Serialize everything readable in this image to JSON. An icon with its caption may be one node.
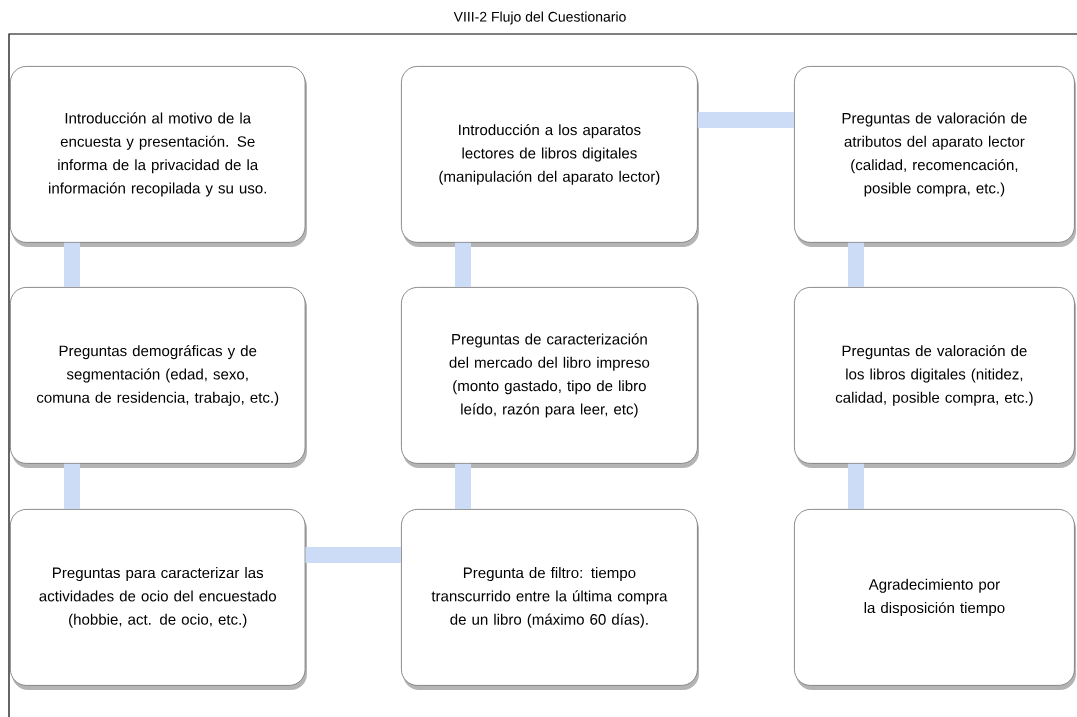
{
  "diagram": {
    "title": "VIII-2 Flujo del Cuestionario",
    "nodes": [
      {
        "text": [
          "Introducción al motivo de la encuesta y presentación. Se informa de la privacidad de la información recopilada y su uso."
        ]
      },
      {
        "text": [
          "Preguntas demográficas y de segmentación (edad, sexo, comuna de residencia, trabajo, etc.)"
        ]
      },
      {
        "text": [
          "Preguntas para caracterizar las actividades de ocio del encuestado (hobbie, act. de ocio, etc.)"
        ]
      },
      {
        "text": [
          "Pregunta de filtro: tiempo transcurrido entre la última compra de un libro (máximo 60 días)."
        ]
      },
      {
        "text": [
          "Preguntas de caracterización del mercado del libro impreso (monto gastado, tipo de libro leído, razón para leer, etc)"
        ]
      },
      {
        "text": [
          "Introducción a los aparatos lectores de libros digitales (manipulación del aparato lector)"
        ]
      },
      {
        "text": [
          "Preguntas de valoración de atributos del aparato lector (calidad, recomencación, posible compra, etc.)"
        ]
      },
      {
        "text": [
          "Preguntas de valoración de los libros digitales (nitidez, calidad, posible compra, etc.)"
        ]
      },
      {
        "text": [
          "Agradecimiento por la disposición tiempo"
        ]
      }
    ],
    "edges": [
      {
        "from": 0,
        "to": 1,
        "arrow": "none"
      },
      {
        "from": 1,
        "to": 2,
        "arrow": "none"
      },
      {
        "from": 2,
        "to": 3,
        "arrow": "none"
      },
      {
        "from": 3,
        "to": 4,
        "arrow": "none"
      },
      {
        "from": 4,
        "to": 5,
        "arrow": "none"
      },
      {
        "from": 5,
        "to": 6,
        "arrow": "none"
      },
      {
        "from": 6,
        "to": 7,
        "arrow": "none"
      },
      {
        "from": 7,
        "to": 8,
        "arrow": "none"
      }
    ]
  }
}
